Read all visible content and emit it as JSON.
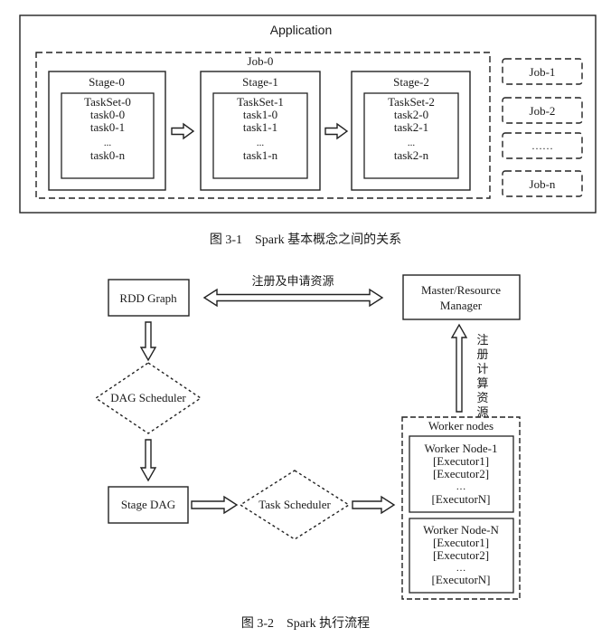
{
  "figure1": {
    "application_label": "Application",
    "job0_label": "Job-0",
    "stages": [
      {
        "name": "Stage-0",
        "taskset": "TaskSet-0",
        "tasks": [
          "task0-0",
          "task0-1",
          "...",
          "task0-n"
        ]
      },
      {
        "name": "Stage-1",
        "taskset": "TaskSet-1",
        "tasks": [
          "task1-0",
          "task1-1",
          "...",
          "task1-n"
        ]
      },
      {
        "name": "Stage-2",
        "taskset": "TaskSet-2",
        "tasks": [
          "task2-0",
          "task2-1",
          "...",
          "task2-n"
        ]
      }
    ],
    "jobs": [
      "Job-1",
      "Job-2",
      "……",
      "Job-n"
    ],
    "caption": "图 3-1　Spark 基本概念之间的关系"
  },
  "figure2": {
    "rdd_graph": "RDD Graph",
    "dag_scheduler": "DAG Scheduler",
    "stage_dag": "Stage DAG",
    "task_scheduler": "Task Scheduler",
    "master_line1": "Master/Resource",
    "master_line2": "Manager",
    "register_label": "注册及申请资源",
    "vertical_label_chars": [
      "注",
      "册",
      "计",
      "算",
      "资",
      "源"
    ],
    "worker_nodes_label": "Worker nodes",
    "worker_nodes": [
      {
        "name": "Worker Node-1",
        "executors": [
          "[Executor1]",
          "[Executor2]",
          "…",
          "[ExecutorN]"
        ]
      },
      {
        "name": "Worker Node-N",
        "executors": [
          "[Executor1]",
          "[Executor2]",
          "…",
          "[ExecutorN]"
        ]
      }
    ],
    "caption": "图 3-2　Spark 执行流程"
  }
}
